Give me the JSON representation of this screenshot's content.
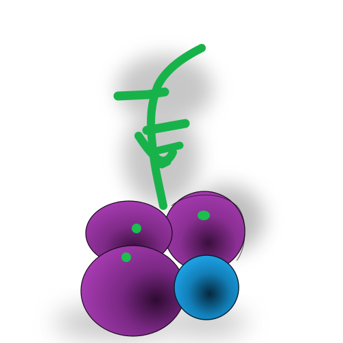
{
  "scene": {
    "subject": "grape-cluster-drawing",
    "colors": {
      "background": "#ffffff",
      "stem": "#17b34a",
      "grape_purple": "#a83cb3",
      "grape_purple_dark": "#3a0f3d",
      "grape_purple_outline": "#1a0a1c",
      "blueberry": "#1ea2e6",
      "blueberry_dark": "#04283d",
      "highlight_green": "#1bbf4d",
      "shadow": "#8a8a8a"
    },
    "elements": [
      "vine-stem",
      "grape-top-left",
      "grape-top-right",
      "grape-bottom-left",
      "blueberry"
    ]
  }
}
